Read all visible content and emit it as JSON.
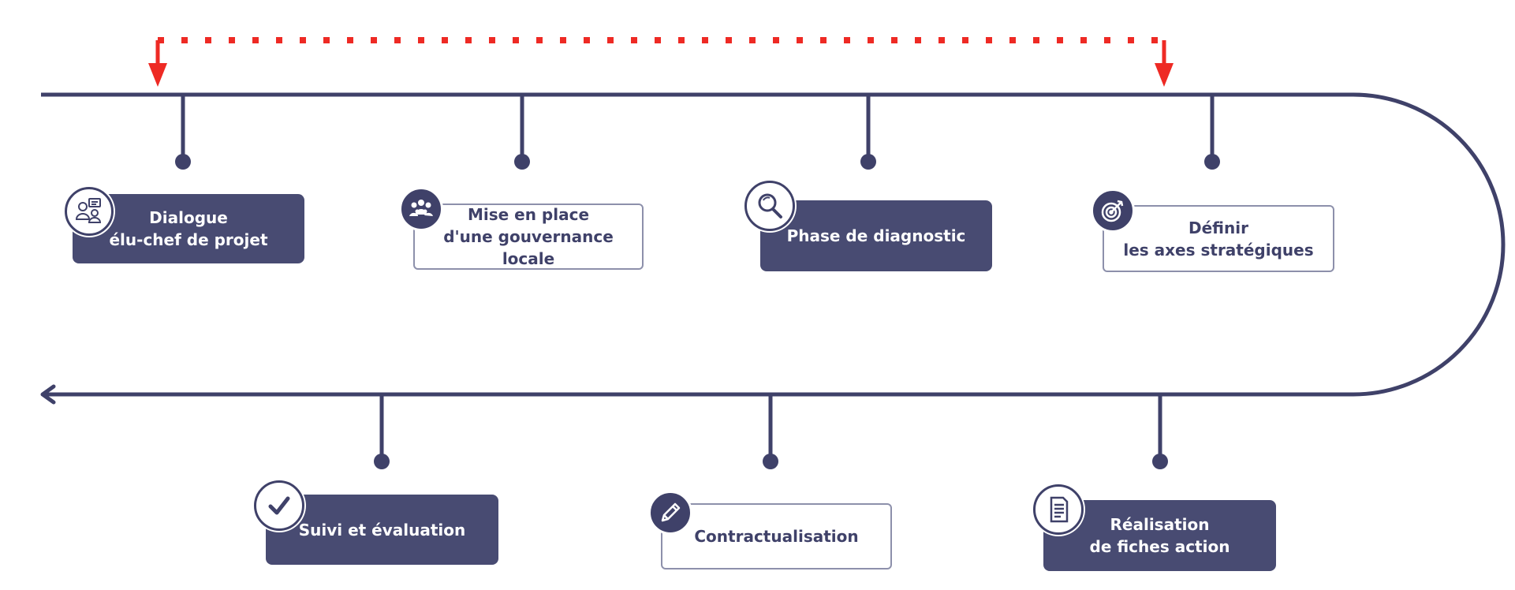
{
  "colors": {
    "navy": "#3f4169",
    "box_fill": "#484b72",
    "outline": "#8d90ab",
    "arrow_red": "#ee2a24"
  },
  "steps": [
    {
      "label": "Dialogue\nélu-chef de projet",
      "style": "filled",
      "icon": "users-chat-icon"
    },
    {
      "label": "Mise en place\nd'une gouvernance locale",
      "style": "outlined",
      "icon": "group-icon"
    },
    {
      "label": "Phase de diagnostic",
      "style": "filled",
      "icon": "magnifier-icon"
    },
    {
      "label": "Définir\nles axes stratégiques",
      "style": "outlined",
      "icon": "target-icon"
    },
    {
      "label": "Suivi et évaluation",
      "style": "filled",
      "icon": "checkmark-icon"
    },
    {
      "label": "Contractualisation",
      "style": "outlined",
      "icon": "pencil-icon"
    },
    {
      "label": "Réalisation\nde fiches action",
      "style": "filled",
      "icon": "document-icon"
    }
  ]
}
